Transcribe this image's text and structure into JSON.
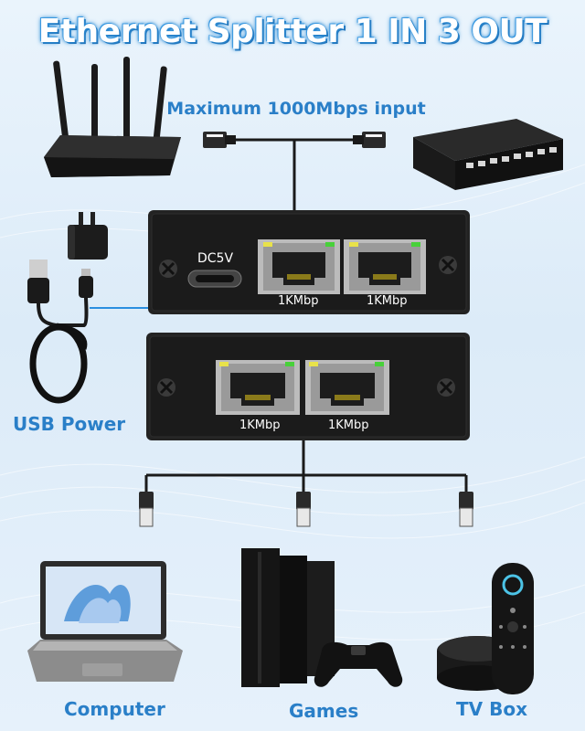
{
  "title": "Ethernet Splitter 1 IN 3 OUT",
  "input_label": "Maximum 1000Mbps input",
  "power_label": "USB Power",
  "dc_label": "DC5V",
  "upper_unit_ports": [
    "1KMbp",
    "1KMbp"
  ],
  "lower_unit_ports": [
    "1KMbp",
    "1KMbp"
  ],
  "devices": [
    "Computer",
    "Games",
    "TV Box"
  ],
  "colors": {
    "title_glow": "#2f8fd8",
    "label_blue": "#2a7fc8",
    "cable": "#1a1a1a",
    "power_line": "#2a8fe0",
    "led_yellow": "#e8e24a",
    "led_green": "#48d13a"
  },
  "icons": [
    "router-icon",
    "network-switch-icon",
    "power-adapter-icon",
    "usb-cable-icon",
    "rj45-plug-icon",
    "laptop-icon",
    "game-console-icon",
    "gamepad-icon",
    "tv-box-icon",
    "remote-control-icon"
  ]
}
